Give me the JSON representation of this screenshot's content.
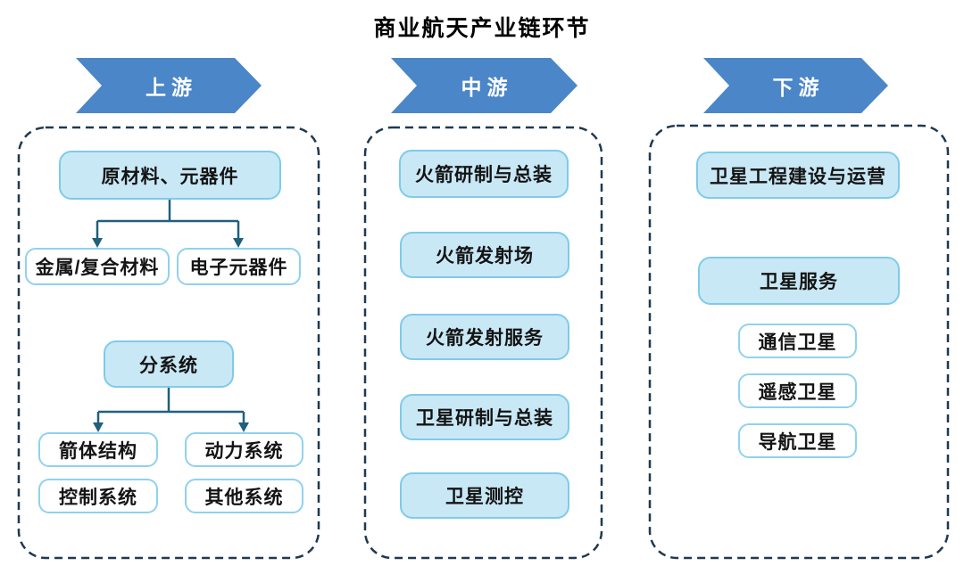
{
  "title": "商业航天产业链环节",
  "colors": {
    "arrow_blue": "#4a86c8",
    "box_fill": "#c9e8f6",
    "box_border": "#7ecbe9",
    "dashed_border": "#1f3950",
    "connector": "#20607d",
    "arrow_text": "#ffffff",
    "box_text": "#141414"
  },
  "columns": [
    {
      "header": "上游",
      "groups": [
        {
          "parent": "原材料、元器件",
          "children": [
            "金属/复合材料",
            "电子元器件"
          ]
        },
        {
          "parent": "分系统",
          "children": [
            "箭体结构",
            "动力系统",
            "控制系统",
            "其他系统"
          ]
        }
      ]
    },
    {
      "header": "中游",
      "items": [
        "火箭研制与总装",
        "火箭发射场",
        "火箭发射服务",
        "卫星研制与总装",
        "卫星测控"
      ]
    },
    {
      "header": "下游",
      "primary": [
        "卫星工程建设与运营",
        "卫星服务"
      ],
      "satellite_types": [
        "通信卫星",
        "遥感卫星",
        "导航卫星"
      ]
    }
  ]
}
